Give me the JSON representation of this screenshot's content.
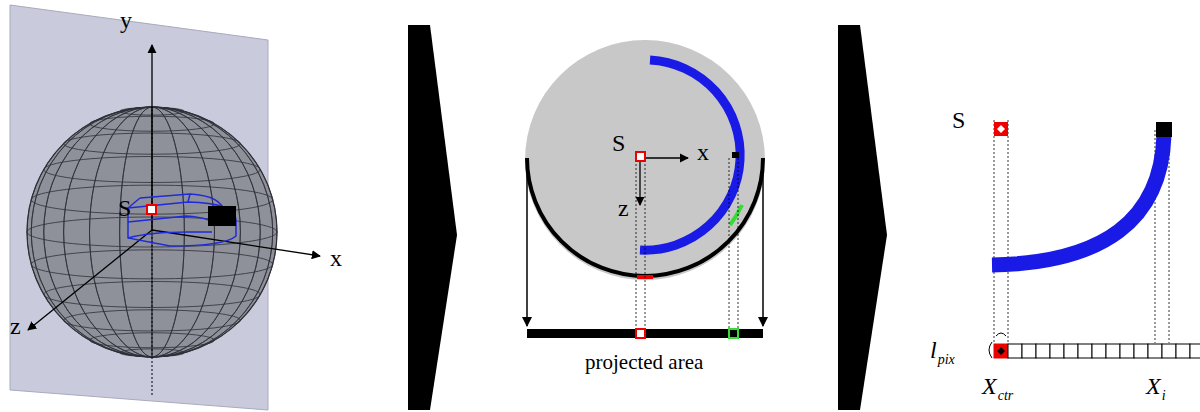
{
  "diagram": {
    "labels": [
      "y",
      "S",
      "x",
      "z",
      "S",
      "x",
      "z",
      "projected area",
      "S",
      "l",
      "pix",
      "X",
      "ctr",
      "X",
      "i"
    ]
  }
}
